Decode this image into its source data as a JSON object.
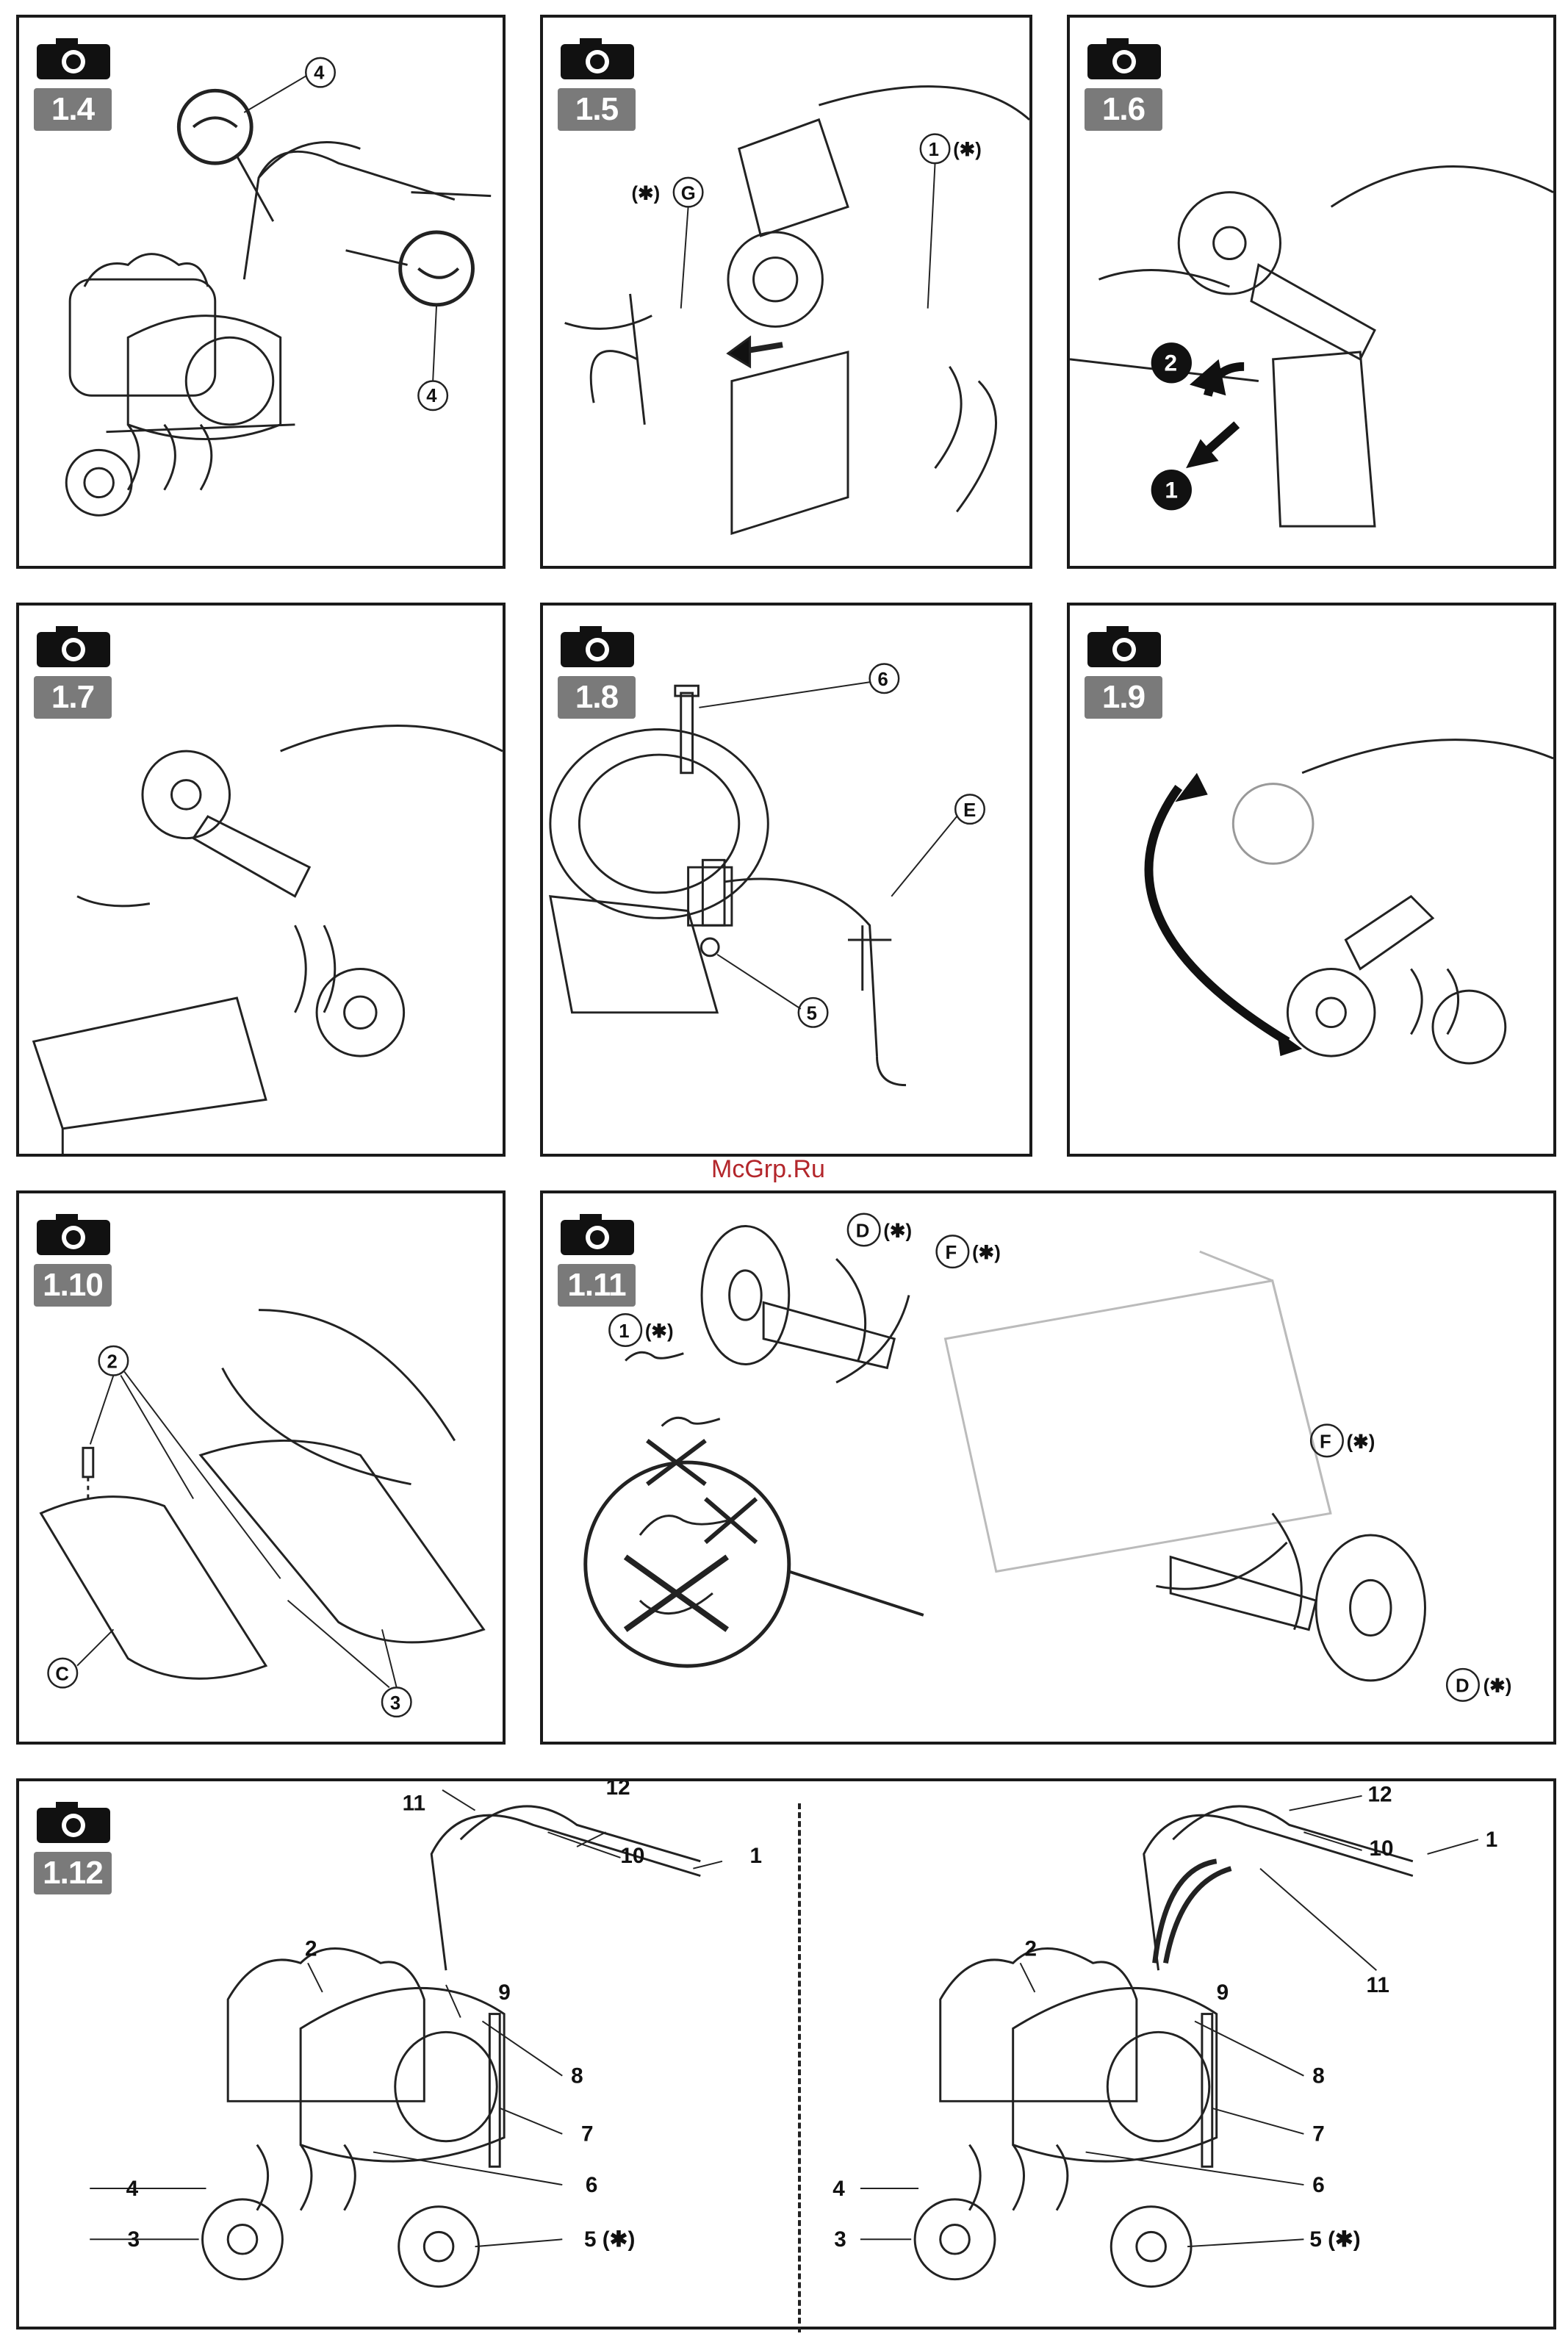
{
  "watermark": "McGrp.Ru",
  "panels": [
    {
      "step": "1.4",
      "labels": [
        "4",
        "4"
      ]
    },
    {
      "step": "1.5",
      "labels": [
        "(✱)",
        "G",
        "1",
        "(✱)"
      ]
    },
    {
      "step": "1.6",
      "labels": [
        "2",
        "1"
      ]
    },
    {
      "step": "1.7"
    },
    {
      "step": "1.8",
      "labels": [
        "6",
        "E",
        "5"
      ]
    },
    {
      "step": "1.9"
    },
    {
      "step": "1.10",
      "labels": [
        "2",
        "C",
        "3"
      ]
    },
    {
      "step": "1.11",
      "labels": [
        "D",
        "(✱)",
        "F",
        "(✱)",
        "1",
        "(✱)",
        "F",
        "(✱)",
        "D",
        "(✱)"
      ]
    },
    {
      "step": "1.12",
      "left_labels": [
        "11",
        "12",
        "10",
        "1",
        "2",
        "9",
        "8",
        "7",
        "6",
        "4",
        "3",
        "5 (✱)"
      ],
      "right_labels": [
        "12",
        "10",
        "1",
        "2",
        "9",
        "11",
        "8",
        "7",
        "6",
        "4",
        "3",
        "5 (✱)"
      ]
    }
  ]
}
